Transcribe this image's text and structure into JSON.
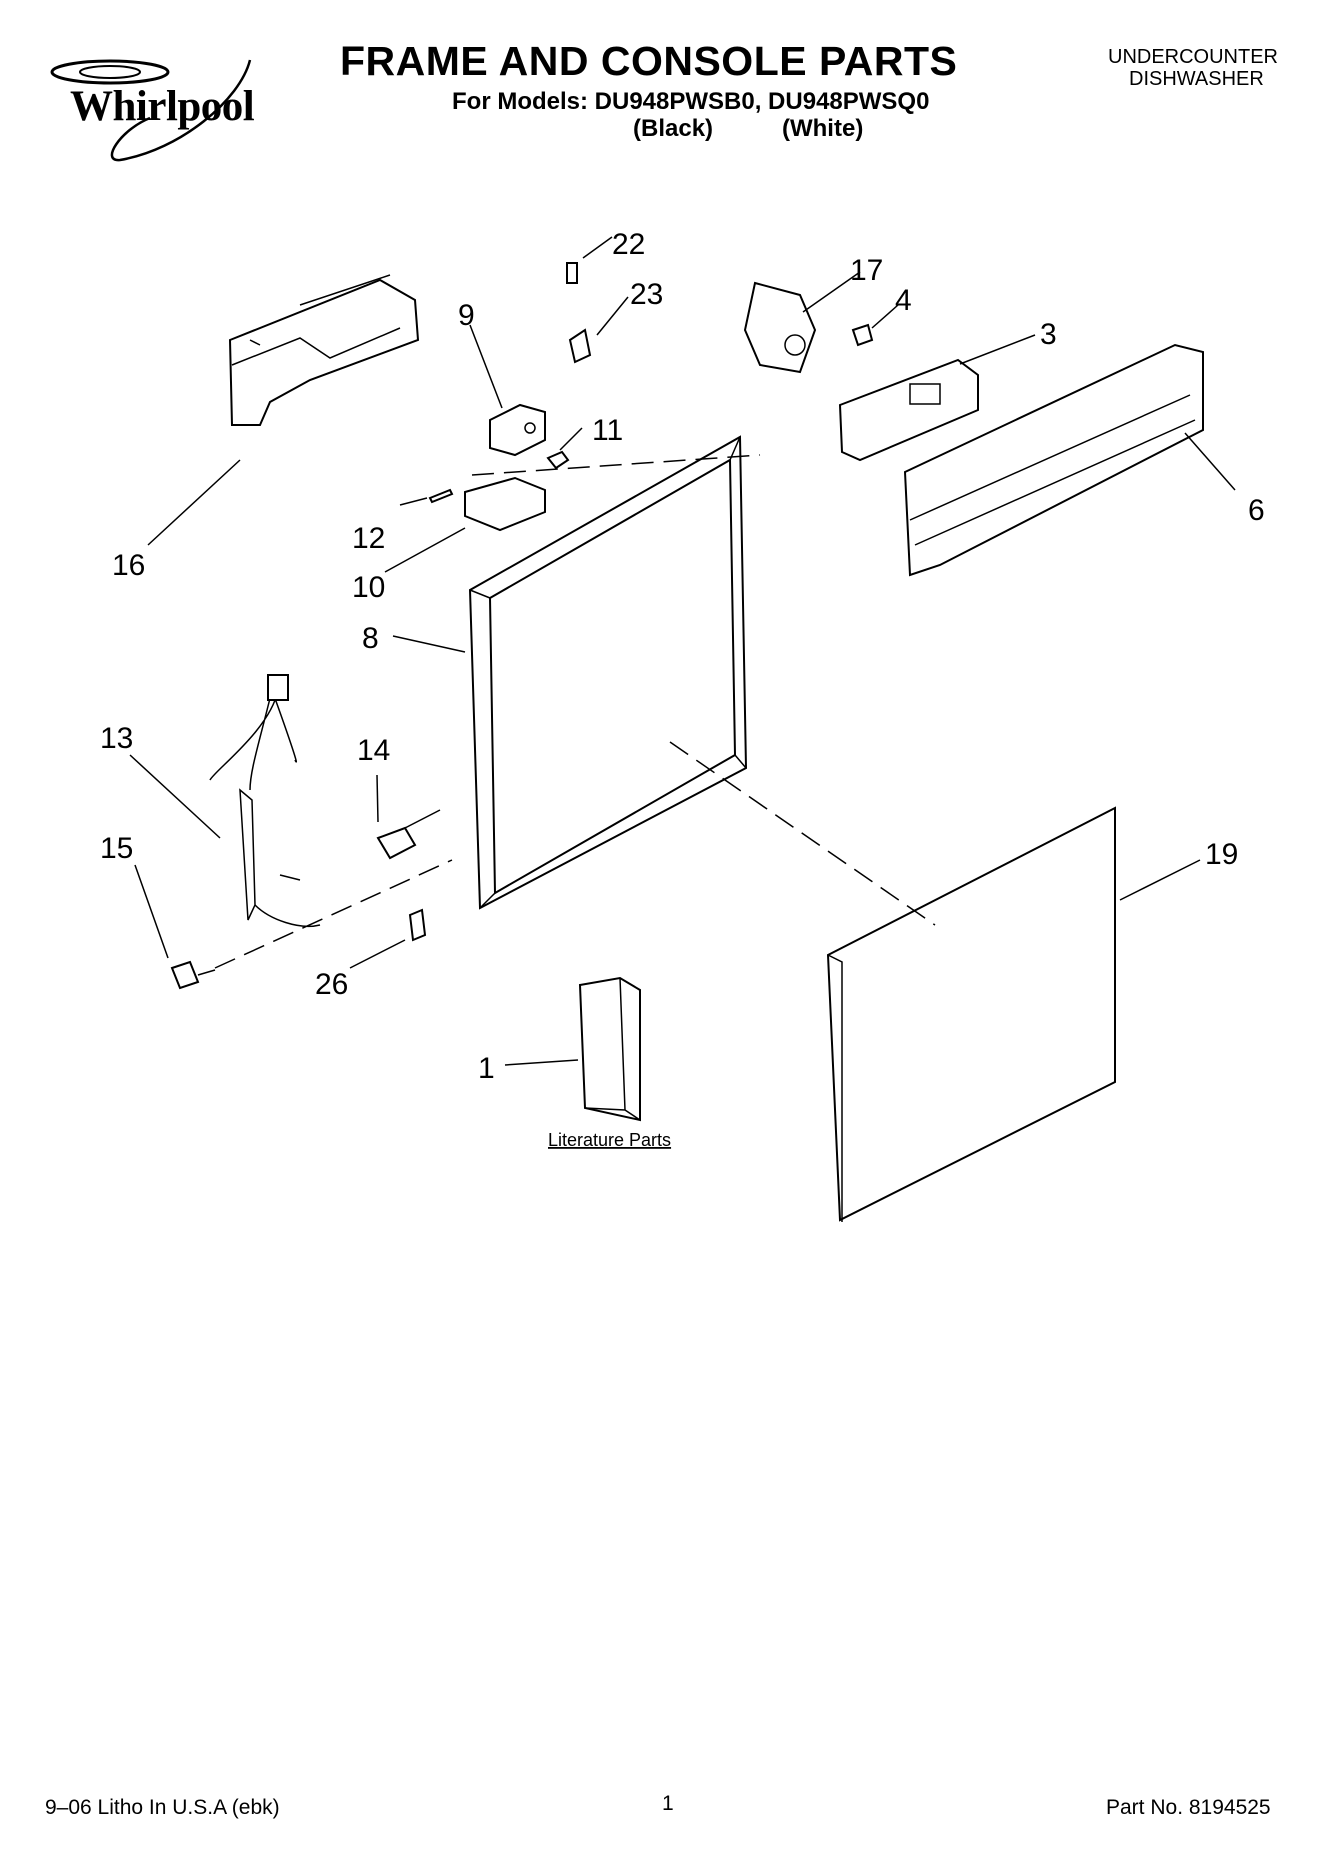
{
  "header": {
    "brand": "Whirlpool",
    "title": "FRAME AND CONSOLE PARTS",
    "models": "For Models: DU948PWSB0, DU948PWSQ0",
    "variant_black": "(Black)",
    "variant_white": "(White)",
    "product_line1": "UNDERCOUNTER",
    "product_line2": "DISHWASHER"
  },
  "callouts": [
    "22",
    "23",
    "17",
    "4",
    "9",
    "3",
    "11",
    "6",
    "12",
    "16",
    "10",
    "8",
    "13",
    "14",
    "15",
    "19",
    "26",
    "1"
  ],
  "literature_label": "Literature Parts",
  "footer": {
    "left": "9–06 Litho In U.S.A (ebk)",
    "center": "1",
    "right": "Part No. 8194525"
  }
}
